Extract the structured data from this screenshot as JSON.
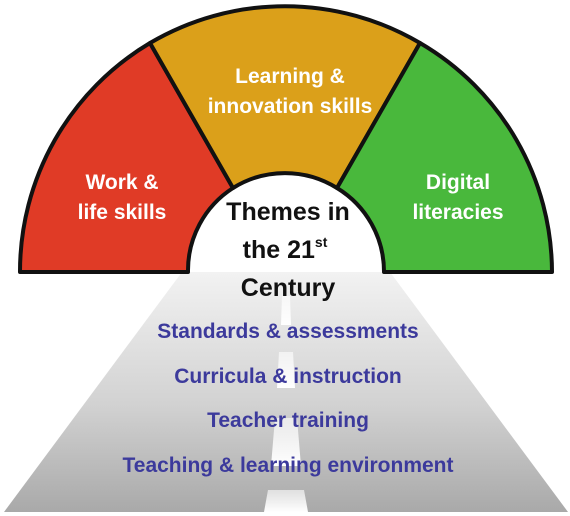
{
  "segments": {
    "work_life": {
      "line1": "Work &",
      "line2": "life skills",
      "color": "#e03b26"
    },
    "learning_innovation": {
      "line1": "Learning &",
      "line2": "innovation skills",
      "color": "#dba01a"
    },
    "digital": {
      "line1": "Digital",
      "line2": "literacies",
      "color": "#49b83c"
    }
  },
  "center": {
    "line1": "Themes in",
    "line2_main": "the 21",
    "line2_sup": "st",
    "line3": "Century"
  },
  "road": {
    "items": [
      "Standards & assessments",
      "Curricula & instruction",
      "Teacher training",
      "Teaching & learning environment"
    ],
    "text_color": "#3c3a9c"
  }
}
